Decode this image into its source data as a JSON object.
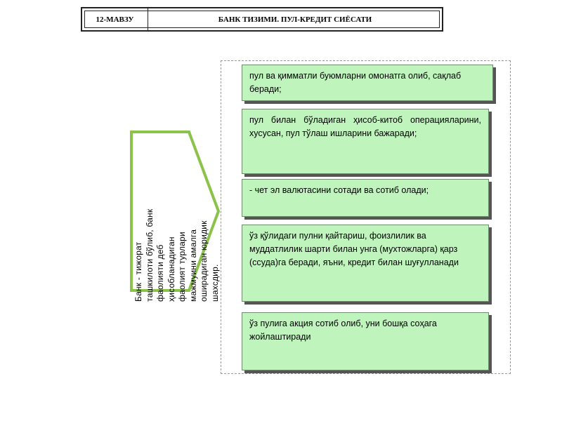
{
  "header": {
    "lesson_label": "12-МАВЗУ",
    "title": "БАНК ТИЗИМИ. ПУЛ-КРЕДИТ СИЁСАТИ"
  },
  "definition": {
    "lines": [
      "Банк          -          тижорат",
      "тaшкилоти      бўлиб,     банк",
      "фаолияти            деб",
      "ҳисобланадиган",
      "фаолият         турлари",
      "мажмуини              амалга",
      "оширадиган           юридик",
      "шахсдир."
    ]
  },
  "boxes": [
    {
      "text": "  пул ва қимматли буюмларни омонатга олиб, сақлаб беради;"
    },
    {
      "text": "пул    билан    бўладиган    ҳисоб-китоб операцияларини,  хусусан,  пул  тўлаш  ишларини бажаради;"
    },
    {
      "text": "-   чет эл валютасини сотади ва сотиб олади;"
    },
    {
      "text": "ўз қўлидаги пулни қайтариш, фоизлилик ва муддатлилик шарти билан унга (мухтожларга) қарз (ссуда)га беради, яъни, кредит билан шуғулланади"
    },
    {
      "text": "ўз пулига акция сотиб олиб, уни бошқа соҳага жойлаштиради"
    }
  ],
  "colors": {
    "box_fill": "#bff5bd",
    "arrow_stroke": "#8bc34a"
  }
}
